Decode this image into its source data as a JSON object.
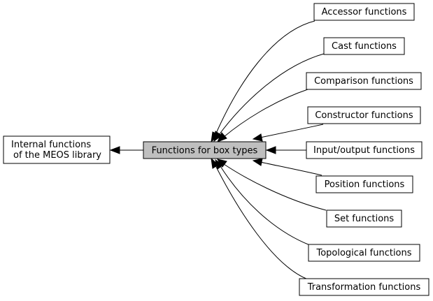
{
  "diagram": {
    "parent": {
      "label_line1": "Internal functions",
      "label_line2": "of the MEOS library"
    },
    "current": {
      "label": "Functions for box types"
    },
    "children": [
      {
        "label": "Accessor functions"
      },
      {
        "label": "Cast functions"
      },
      {
        "label": "Comparison functions"
      },
      {
        "label": "Constructor functions"
      },
      {
        "label": "Input/output functions"
      },
      {
        "label": "Position functions"
      },
      {
        "label": "Set functions"
      },
      {
        "label": "Topological functions"
      },
      {
        "label": "Transformation functions"
      }
    ],
    "colors": {
      "current_fill": "#bfbfbf",
      "node_fill": "#ffffff",
      "line": "#000000"
    }
  }
}
